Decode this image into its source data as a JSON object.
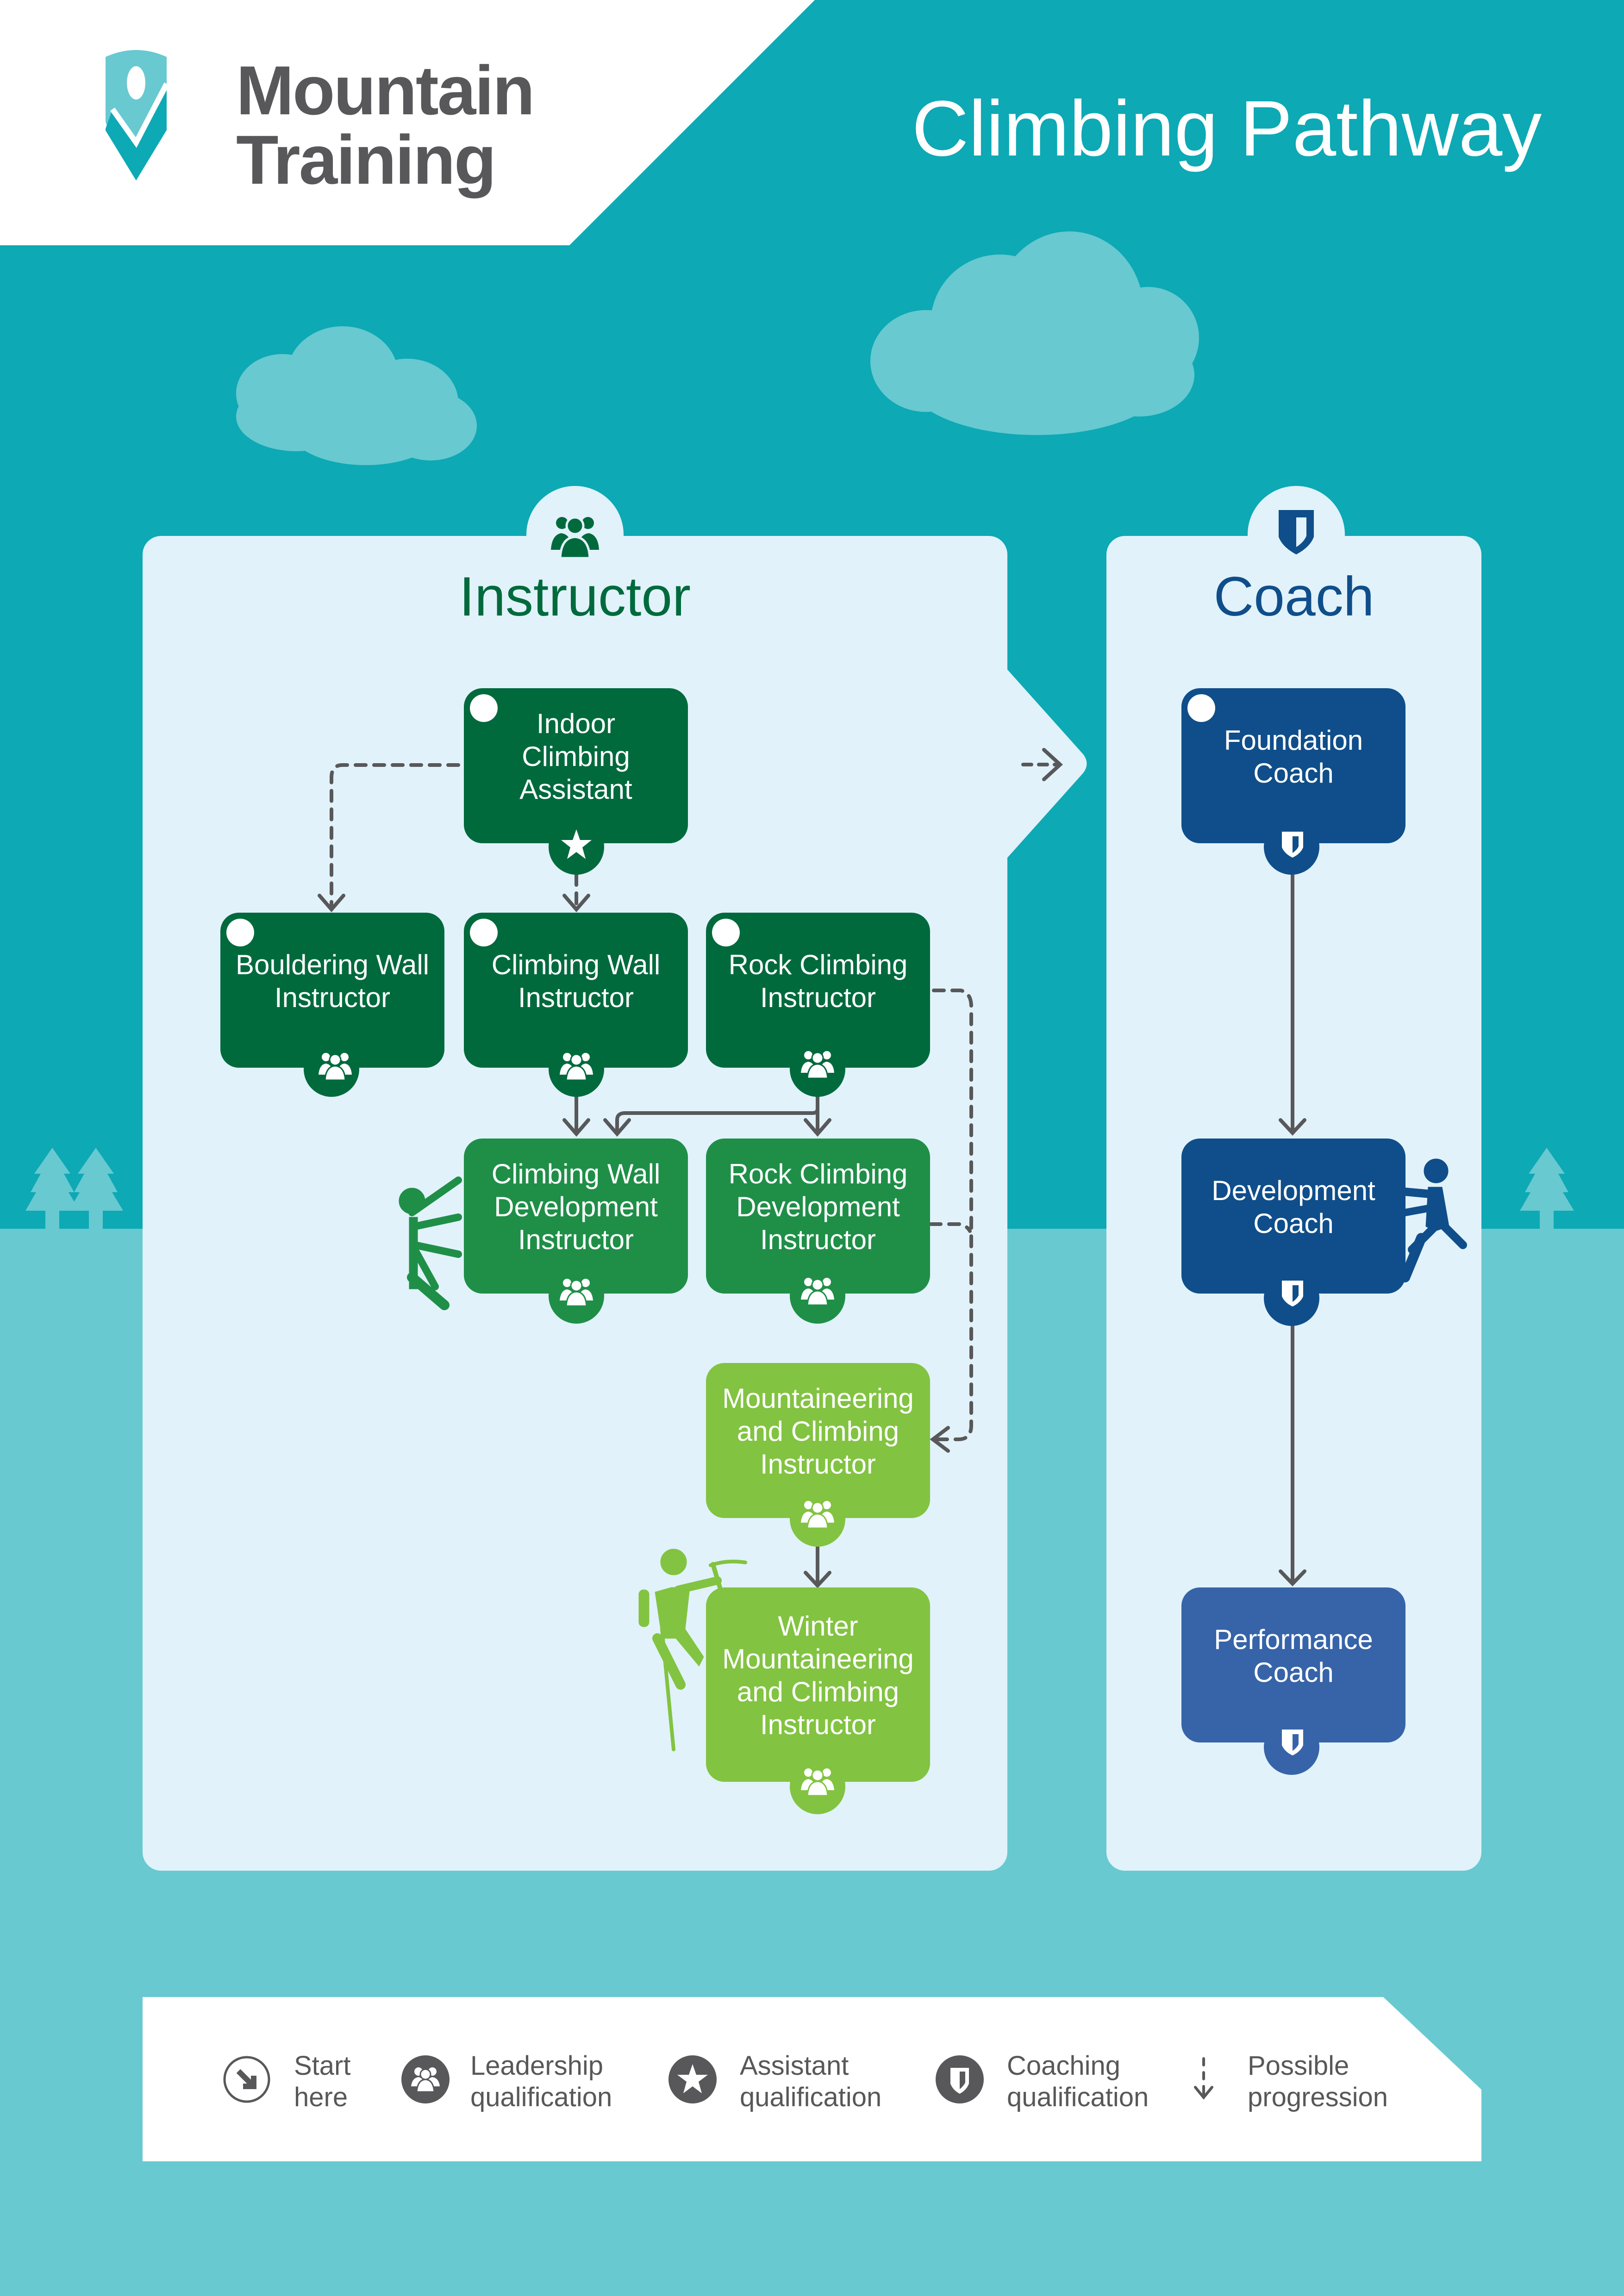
{
  "brand": {
    "line1": "Mountain",
    "line2": "Training",
    "colors": {
      "teal_light": "#68c9d0",
      "teal_dark": "#0da9b5",
      "text_grey": "#58585a"
    }
  },
  "title": "Climbing Pathway",
  "colors": {
    "sky": "#0da9b5",
    "ground": "#68c9d0",
    "panel": "#e1f2fa",
    "instructor_title": "#006a3d",
    "coach_title": "#0f4e8a",
    "dark_green": "#006a3d",
    "mid_green": "#1f8f48",
    "light_green": "#82c341",
    "dark_blue": "#0f4e8a",
    "mid_blue": "#3764a8",
    "connector": "#58585a"
  },
  "instructor": {
    "title": "Instructor",
    "header_icon": "group-icon",
    "nodes": [
      {
        "id": "ica",
        "label": "Indoor\nClimbing\nAssistant",
        "start_here": true,
        "qualification": "assistant",
        "qualification_icon": "star-icon"
      },
      {
        "id": "bwi",
        "label": "Bouldering Wall\nInstructor",
        "start_here": true,
        "qualification": "leadership",
        "qualification_icon": "group-icon"
      },
      {
        "id": "cwi",
        "label": "Climbing Wall\nInstructor",
        "start_here": true,
        "qualification": "leadership",
        "qualification_icon": "group-icon"
      },
      {
        "id": "rci",
        "label": "Rock Climbing\nInstructor",
        "start_here": true,
        "qualification": "leadership",
        "qualification_icon": "group-icon"
      },
      {
        "id": "cwdi",
        "label": "Climbing Wall\nDevelopment\nInstructor",
        "start_here": false,
        "qualification": "leadership",
        "qualification_icon": "group-icon"
      },
      {
        "id": "rcdi",
        "label": "Rock Climbing\nDevelopment\nInstructor",
        "start_here": false,
        "qualification": "leadership",
        "qualification_icon": "group-icon"
      },
      {
        "id": "mci",
        "label": "Mountaineering\nand Climbing\nInstructor",
        "start_here": false,
        "qualification": "leadership",
        "qualification_icon": "group-icon"
      },
      {
        "id": "wmci",
        "label": "Winter\nMountaineering\nand Climbing\nInstructor",
        "start_here": false,
        "qualification": "leadership",
        "qualification_icon": "group-icon"
      }
    ]
  },
  "coach": {
    "title": "Coach",
    "header_icon": "shield-icon",
    "nodes": [
      {
        "id": "fc",
        "label": "Foundation\nCoach",
        "start_here": true,
        "qualification": "coaching",
        "qualification_icon": "shield-icon"
      },
      {
        "id": "dc",
        "label": "Development\nCoach",
        "start_here": false,
        "qualification": "coaching",
        "qualification_icon": "shield-icon"
      },
      {
        "id": "pc",
        "label": "Performance\nCoach",
        "start_here": false,
        "qualification": "coaching",
        "qualification_icon": "shield-icon"
      }
    ]
  },
  "edges": [
    {
      "from": "ica",
      "to": "bwi",
      "style": "dashed"
    },
    {
      "from": "ica",
      "to": "cwi",
      "style": "dashed"
    },
    {
      "from": "cwi",
      "to": "cwdi",
      "style": "solid"
    },
    {
      "from": "rci",
      "to": "cwdi",
      "style": "solid"
    },
    {
      "from": "rci",
      "to": "rcdi",
      "style": "solid"
    },
    {
      "from": "rci",
      "to": "mci",
      "style": "dashed"
    },
    {
      "from": "rcdi",
      "to": "mci",
      "style": "dashed"
    },
    {
      "from": "mci",
      "to": "wmci",
      "style": "solid"
    },
    {
      "from": "instructor",
      "to": "coach",
      "style": "dashed"
    },
    {
      "from": "fc",
      "to": "dc",
      "style": "solid"
    },
    {
      "from": "dc",
      "to": "pc",
      "style": "solid"
    }
  ],
  "legend": [
    {
      "icon": "start-here-icon",
      "label": "Start\nhere"
    },
    {
      "icon": "group-icon",
      "label": "Leadership\nqualification"
    },
    {
      "icon": "star-icon",
      "label": "Assistant\nqualification"
    },
    {
      "icon": "shield-icon",
      "label": "Coaching\nqualification"
    },
    {
      "icon": "dashed-arrow-down-icon",
      "label": "Possible\nprogression"
    }
  ]
}
